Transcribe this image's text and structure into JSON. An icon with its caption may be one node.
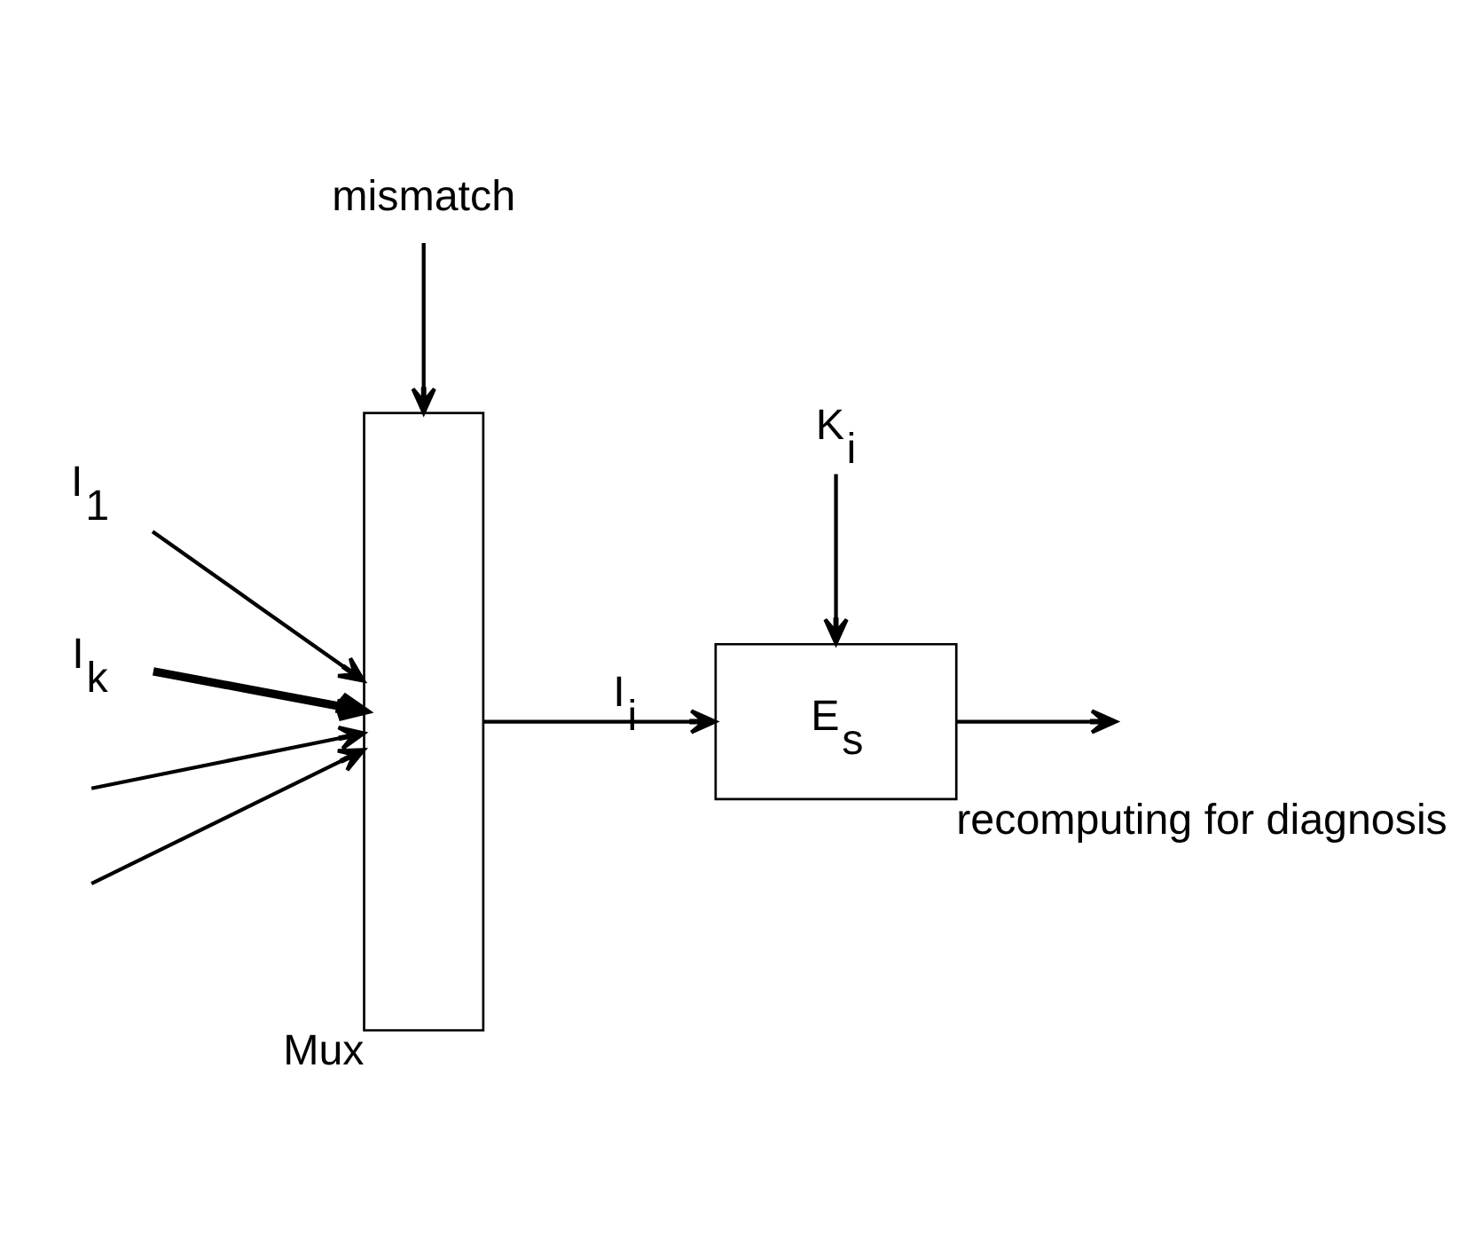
{
  "diagram": {
    "nodes": [
      {
        "text": [
          "mismatch"
        ]
      },
      {
        "text": [
          "I$_{1}$"
        ]
      },
      {
        "text": [
          "I$_{k}$"
        ]
      },
      {
        "text": [
          "Mux"
        ]
      },
      {
        "text": [
          "E$_{s}$"
        ],
        "beside": [
          "recomputing for diagnosis"
        ]
      },
      {
        "text": [
          "K$_{i}$"
        ]
      }
    ],
    "edges": [
      {
        "from": 0,
        "to": 3,
        "arrow": "to"
      },
      {
        "from": 1,
        "to": 3,
        "arrow": "to"
      },
      {
        "from": null,
        "to": 3,
        "arrow": "to"
      },
      {
        "from": null,
        "to": 3,
        "arrow": "to"
      },
      {
        "from": 2,
        "to": 3,
        "arrow": "to",
        "style": "thick"
      },
      {
        "from": 3,
        "to": 4,
        "arrow": "to",
        "label": "I$_{i}$"
      },
      {
        "from": 5,
        "to": 4,
        "arrow": "to"
      },
      {
        "from": 4,
        "to": null,
        "arrow": "to"
      }
    ]
  }
}
